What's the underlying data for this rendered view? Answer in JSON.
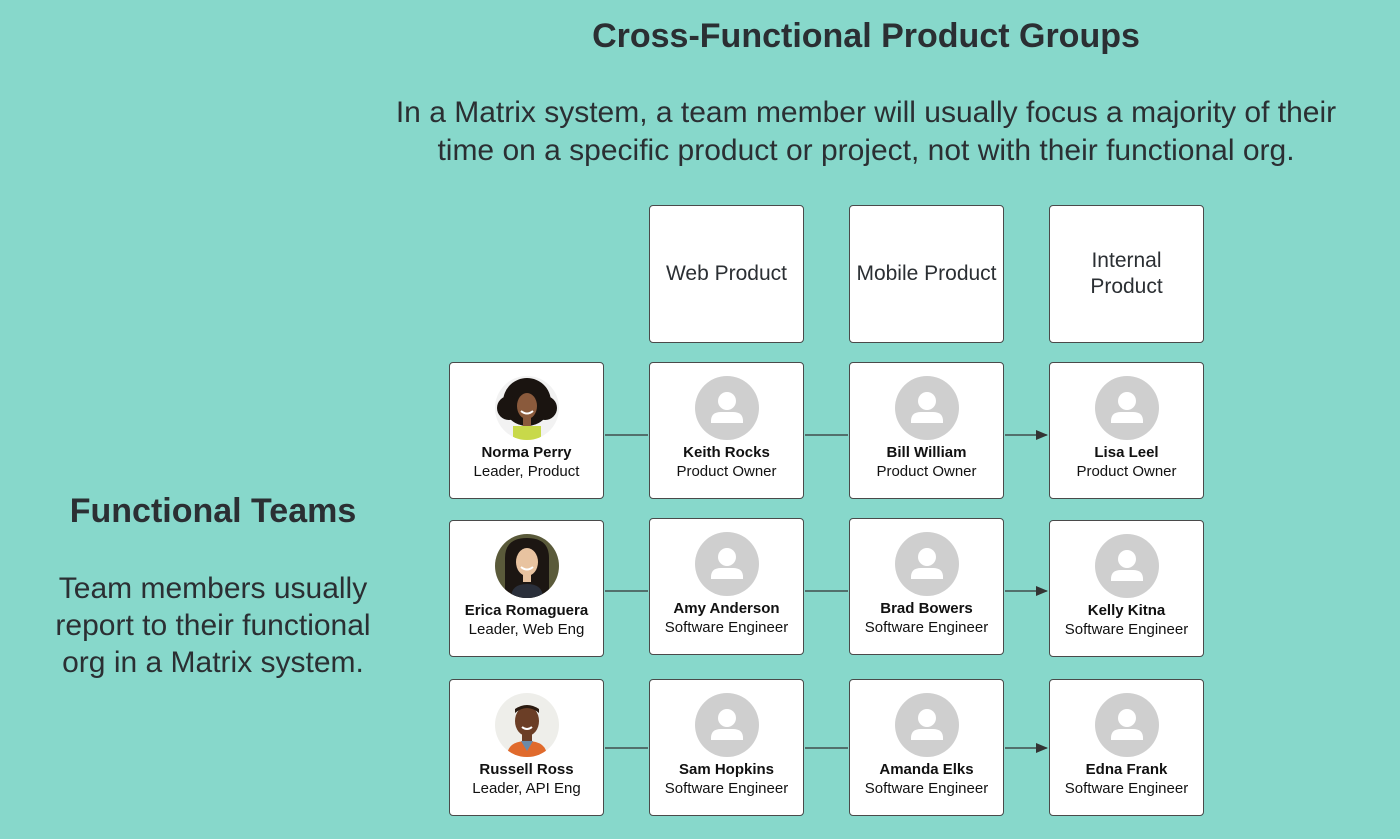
{
  "matrix": {
    "title": "Cross-Functional Product Groups",
    "description": "In a Matrix system, a team member will usually focus a majority of their time on a specific product or project, not with their functional org."
  },
  "functional": {
    "title": "Functional Teams",
    "description": "Team members usually report to their functional org in a Matrix system."
  },
  "products": [
    {
      "label": "Web Product"
    },
    {
      "label": "Mobile Product"
    },
    {
      "label": "Internal Product"
    }
  ],
  "rows": [
    {
      "leader": {
        "name": "Norma Perry",
        "role": "Leader, Product",
        "avatar": "photo-woman-curly-hair-avatar"
      },
      "members": [
        {
          "name": "Keith Rocks",
          "role": "Product Owner",
          "avatar": "user-placeholder-icon"
        },
        {
          "name": "Bill William",
          "role": "Product Owner",
          "avatar": "user-placeholder-icon"
        },
        {
          "name": "Lisa Leel",
          "role": "Product Owner",
          "avatar": "user-placeholder-icon"
        }
      ]
    },
    {
      "leader": {
        "name": "Erica Romaguera",
        "role": "Leader, Web Eng",
        "avatar": "photo-woman-long-hair-avatar"
      },
      "members": [
        {
          "name": "Amy Anderson",
          "role": "Software Engineer",
          "avatar": "user-placeholder-icon"
        },
        {
          "name": "Brad Bowers",
          "role": "Software Engineer",
          "avatar": "user-placeholder-icon"
        },
        {
          "name": "Kelly Kitna",
          "role": "Software Engineer",
          "avatar": "user-placeholder-icon"
        }
      ]
    },
    {
      "leader": {
        "name": "Russell Ross",
        "role": "Leader, API Eng",
        "avatar": "photo-man-avatar"
      },
      "members": [
        {
          "name": "Sam Hopkins",
          "role": "Software Engineer",
          "avatar": "user-placeholder-icon"
        },
        {
          "name": "Amanda Elks",
          "role": "Software Engineer",
          "avatar": "user-placeholder-icon"
        },
        {
          "name": "Edna Frank",
          "role": "Software Engineer",
          "avatar": "user-placeholder-icon"
        }
      ]
    }
  ],
  "colors": {
    "background": "#87d8cb",
    "card": "#ffffff",
    "card_border": "#4a4a4a",
    "placeholder": "#cfcfcf",
    "text": "#2b2f33"
  }
}
